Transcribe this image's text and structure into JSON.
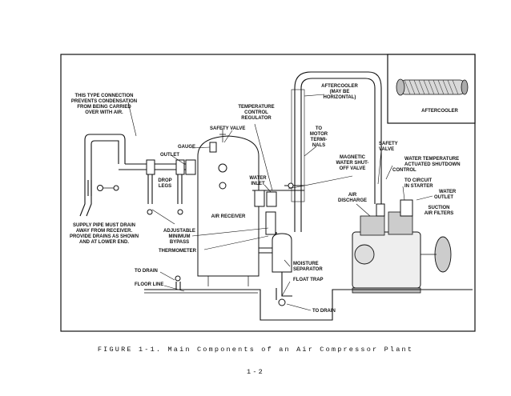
{
  "figure": {
    "caption": "FIGURE 1-1. Main Components of an Air Compressor Plant",
    "page_number": "1-2",
    "inset_label": "AFTERCOOLER",
    "labels": {
      "type_connection": [
        "THIS TYPE CONNECTION",
        "PREVENTS CONDENSATION",
        "FROM BEING CARRIED",
        "OVER WITH AIR."
      ],
      "temp_regulator": [
        "TEMPERATURE",
        "CONTROL",
        "REGULATOR"
      ],
      "aftercooler_main": [
        "AFTERCOOLER",
        "(MAY BE",
        "HORIZONTAL)"
      ],
      "safety_valve_left": "SAFETY VALVE",
      "gauge": "GAUGE",
      "outlet": "OUTLET",
      "drop_legs": [
        "DROP",
        "LEGS"
      ],
      "to_motor": [
        "TO",
        "MOTOR",
        "TERMI-",
        "NALS"
      ],
      "magnetic_valve": [
        "MAGNETIC",
        "WATER SHUT-",
        "OFF VALVE"
      ],
      "safety_valve_right": [
        "SAFETY",
        "VALVE"
      ],
      "water_temp": [
        "WATER TEMPERATURE",
        "ACTUATED SHUTDOWN",
        "CONTROL"
      ],
      "water_inlet": [
        "WATER",
        "INLET"
      ],
      "to_circuit": [
        "TO CIRCUIT",
        "IN STARTER"
      ],
      "water_outlet": [
        "WATER",
        "OUTLET"
      ],
      "air_discharge": [
        "AIR",
        "DISCHARGE"
      ],
      "suction_filters": [
        "SUCTION",
        "AIR FILTERS"
      ],
      "air_receiver": "AIR RECEIVER",
      "supply_pipe": [
        "SUPPLY PIPE MUST DRAIN",
        "AWAY FROM RECEIVER.",
        "PROVIDE DRAINS AS SHOWN",
        "AND AT LOWER END."
      ],
      "bypass": [
        "ADJUSTABLE",
        "MINIMUM",
        "BYPASS"
      ],
      "thermometer": "THERMOMETER",
      "moisture_separator": [
        "MOISTURE",
        "SEPARATOR"
      ],
      "float_trap": "FLOAT TRAP",
      "to_drain_left": "TO DRAIN",
      "floor_line": "FLOOR LINE",
      "to_drain_bottom": "TO DRAIN"
    }
  }
}
